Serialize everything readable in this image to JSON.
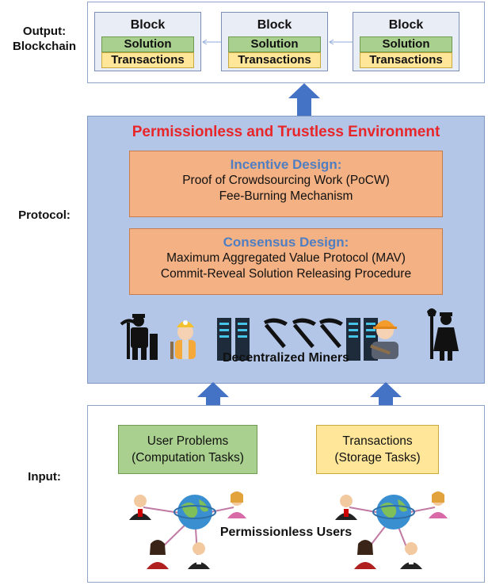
{
  "labels": {
    "output_line1": "Output:",
    "output_line2": "Blockchain",
    "protocol": "Protocol:",
    "input": "Input:"
  },
  "blocks": [
    {
      "title": "Block",
      "solution": "Solution",
      "transactions": "Transactions"
    },
    {
      "title": "Block",
      "solution": "Solution",
      "transactions": "Transactions"
    },
    {
      "title": "Block",
      "solution": "Solution",
      "transactions": "Transactions"
    }
  ],
  "protocol": {
    "title": "Permissionless and Trustless Environment",
    "incentive": {
      "heading": "Incentive Design:",
      "line1": "Proof of Crowdsourcing Work (PoCW)",
      "line2": "Fee-Burning Mechanism"
    },
    "consensus": {
      "heading": "Consensus Design:",
      "line1": "Maximum Aggregated Value Protocol (MAV)",
      "line2": "Commit-Reveal Solution Releasing Procedure"
    },
    "miners_label": "Decentralized Miners"
  },
  "inputs": {
    "user_problems": {
      "line1": "User Problems",
      "line2": "(Computation  Tasks)"
    },
    "transactions": {
      "line1": "Transactions",
      "line2": "(Storage Tasks)"
    },
    "users_label": "Permissionless Users"
  },
  "colors": {
    "protocol_bg": "#b3c6e7",
    "design_bg": "#f4b183",
    "solution_bg": "#a9d08e",
    "transactions_bg": "#ffe699",
    "title_red": "#e8262a",
    "heading_blue": "#4f7ec2",
    "arrow_blue": "#4472c4"
  },
  "icons": [
    "miner-icon",
    "server-icon",
    "pickaxe-icon",
    "user-icon",
    "globe-icon"
  ]
}
